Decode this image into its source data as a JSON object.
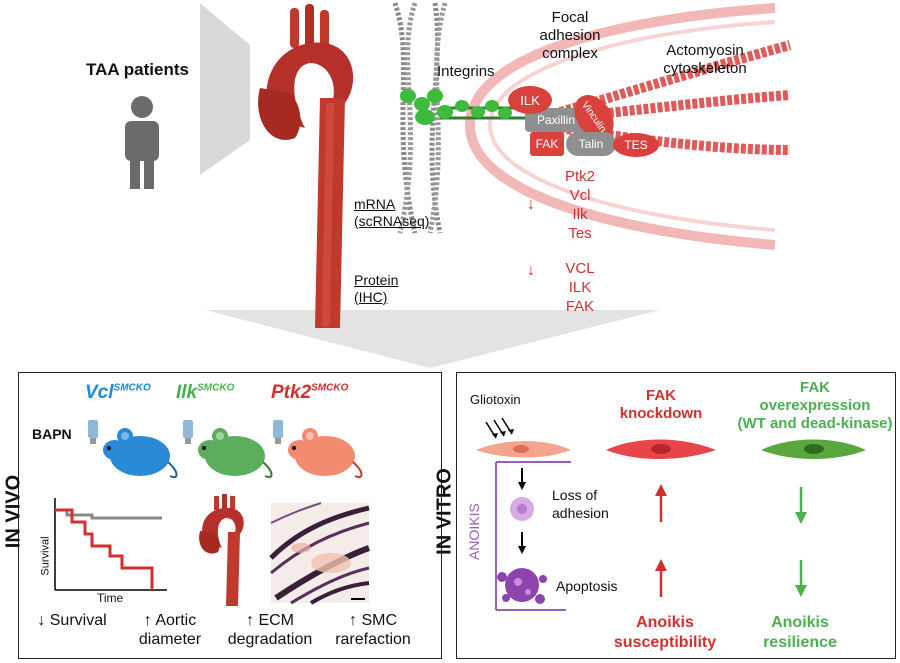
{
  "top": {
    "patients_label": "TAA patients",
    "integrins_label": "Integrins",
    "focal_adhesion_label": [
      "Focal",
      "adhesion",
      "complex"
    ],
    "actomyosin_label": [
      "Actomyosin",
      "cytoskeleton"
    ],
    "proteins": {
      "ilk": "ILK",
      "paxillin": "Paxillin",
      "vinculin": "Vinculin",
      "fak": "FAK",
      "talin": "Talin",
      "tes": "TES"
    },
    "mrna_label": [
      "mRNA",
      "(scRNAseq)"
    ],
    "mrna_arrow": "↓",
    "mrna_genes": [
      "Ptk2",
      "Vcl",
      "Ilk",
      "Tes"
    ],
    "protein_label": [
      "Protein",
      "(IHC)"
    ],
    "protein_arrow": "↓",
    "protein_genes": [
      "VCL",
      "ILK",
      "FAK"
    ]
  },
  "in_vivo": {
    "side_label": "IN VIVO",
    "bapn_label": "BAPN",
    "models": [
      {
        "gene": "Vcl",
        "sup": "SMCKO",
        "color": "#1e88e5"
      },
      {
        "gene": "Ilk",
        "sup": "SMCKO",
        "color": "#4caf50"
      },
      {
        "gene": "Ptk2",
        "sup": "SMCKO",
        "color": "#d32f2f"
      }
    ],
    "survival_ylabel": "Survival",
    "survival_xlabel": "Time",
    "outcomes": [
      [
        "↓ Survival"
      ],
      [
        "↑ Aortic",
        "diameter"
      ],
      [
        "↑ ECM",
        "degradation"
      ],
      [
        "↑ SMC",
        "rarefaction"
      ]
    ]
  },
  "in_vitro": {
    "side_label": "IN VITRO",
    "gliotoxin_label": "Gliotoxin",
    "anoikis_label": "ANOIKIS",
    "loss_label": [
      "Loss of",
      "adhesion"
    ],
    "apoptosis_label": "Apoptosis",
    "knockdown_title": [
      "FAK",
      "knockdown"
    ],
    "overexpression_title": [
      "FAK",
      "overexpression",
      "(WT and dead-kinase)"
    ],
    "susceptibility_label": [
      "Anoikis",
      "susceptibility"
    ],
    "resilience_label": [
      "Anoikis",
      "resilience"
    ]
  },
  "colors": {
    "red": "#d32f2f",
    "green": "#4caf50",
    "blue": "#1e88e5",
    "purple": "#9c5fb5"
  }
}
